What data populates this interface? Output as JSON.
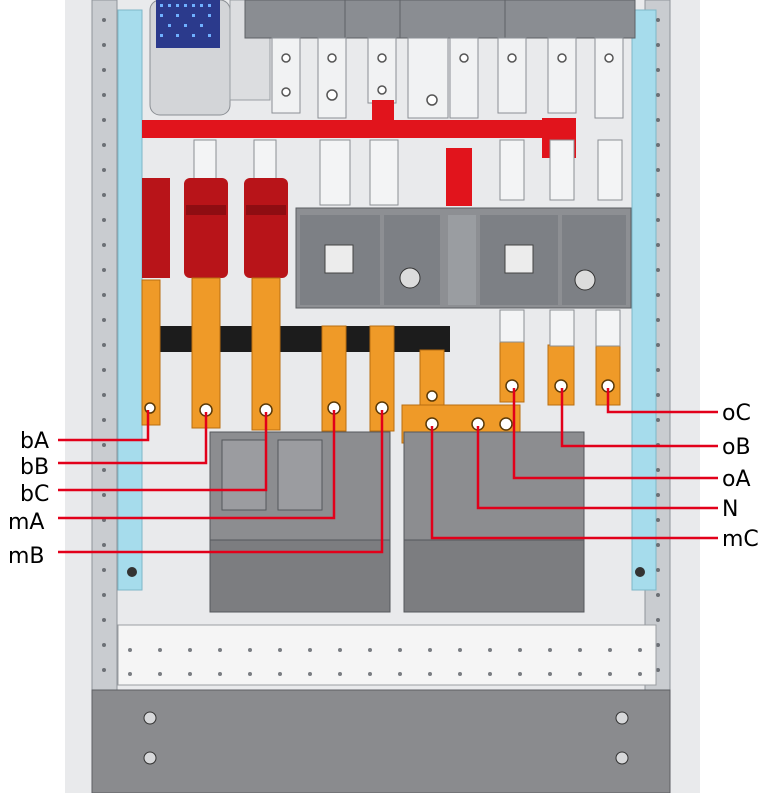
{
  "labels": {
    "bA": "bA",
    "bB": "bB",
    "bC": "bC",
    "mA": "mA",
    "mB": "mB",
    "oC": "oC",
    "oB": "oB",
    "oA": "oA",
    "N": "N",
    "mC": "mC"
  },
  "colors": {
    "cabinet_frame": "#b8bcc2",
    "side_rail": "#a6dcec",
    "fuse_red": "#b81419",
    "busbar_red": "#e1141c",
    "copper": "#ef9a28",
    "insulator_black": "#1c1c1c",
    "breaker_gray": "#8d8f93",
    "leader_red": "#e2001a"
  }
}
